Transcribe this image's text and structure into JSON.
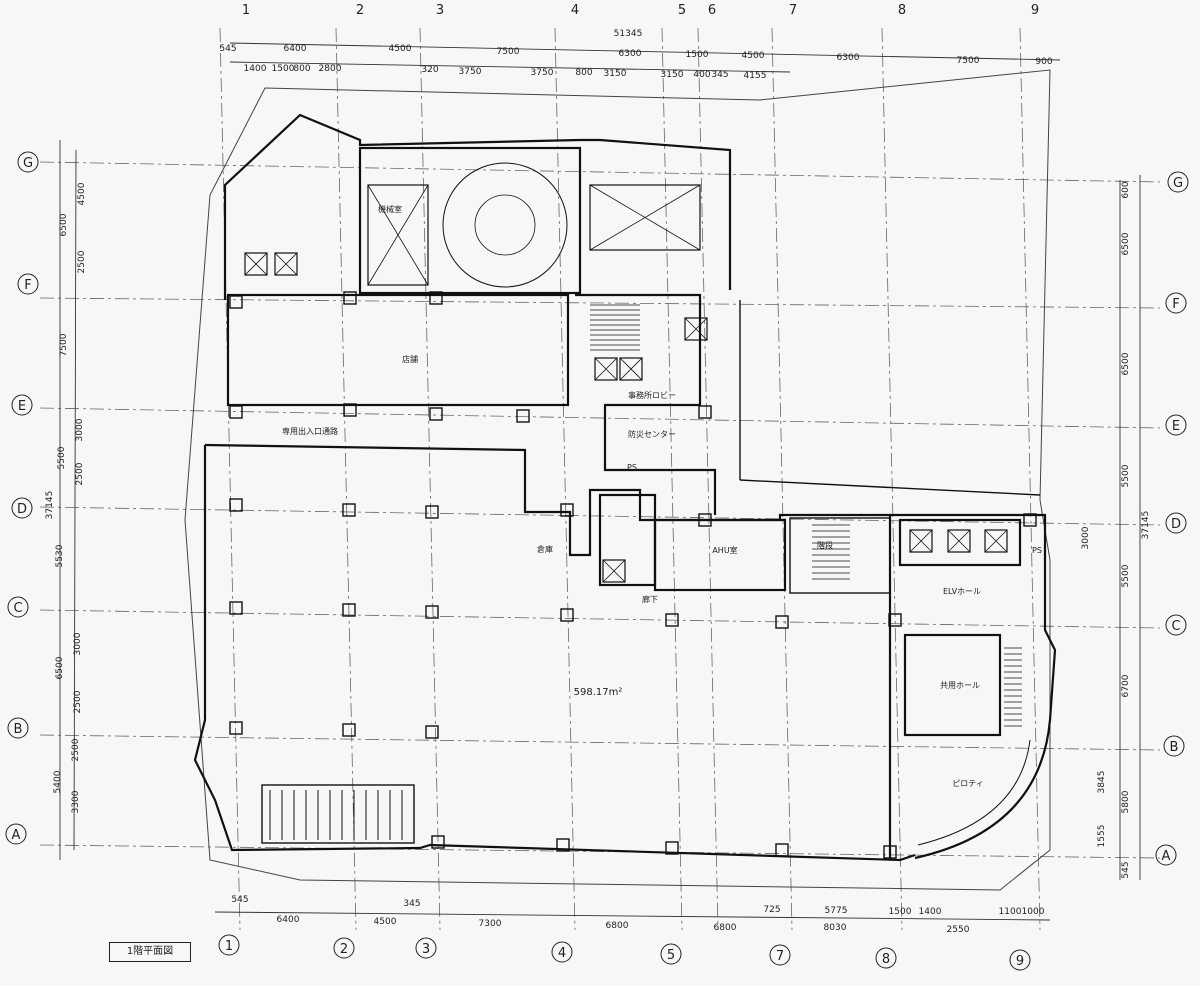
{
  "plan": {
    "caption": "1階平面図",
    "overall_width": "51345",
    "overall_depth": "37145",
    "floor_area": "598.17m²",
    "columns": [
      {
        "id": "c1",
        "label": "1"
      },
      {
        "id": "c2",
        "label": "2"
      },
      {
        "id": "c3",
        "label": "3"
      },
      {
        "id": "c4",
        "label": "4"
      },
      {
        "id": "c5",
        "label": "5"
      },
      {
        "id": "c6",
        "label": "6"
      },
      {
        "id": "c7",
        "label": "7"
      },
      {
        "id": "c8",
        "label": "8"
      },
      {
        "id": "c9",
        "label": "9"
      }
    ],
    "rows": [
      {
        "id": "rA",
        "label": "A"
      },
      {
        "id": "rB",
        "label": "B"
      },
      {
        "id": "rC",
        "label": "C"
      },
      {
        "id": "rD",
        "label": "D"
      },
      {
        "id": "rE",
        "label": "E"
      },
      {
        "id": "rF",
        "label": "F"
      },
      {
        "id": "rG",
        "label": "G"
      }
    ],
    "top_dims": [
      "545",
      "6400",
      "4500",
      "7500",
      "6300",
      "1500",
      "4500",
      "6300",
      "7500",
      "900"
    ],
    "top_sub_dims": [
      "1400",
      "1500",
      "800",
      "2800",
      "320",
      "3750",
      "3750",
      "800",
      "3150",
      "3150",
      "400",
      "345",
      "4155"
    ],
    "bottom_dims": [
      "6400",
      "4500",
      "7300",
      "6800",
      "6800",
      "5775",
      "1500",
      "1400",
      "1100",
      "1000"
    ],
    "bottom_sub_dims": [
      "545",
      "345",
      "725",
      "8030",
      "2550"
    ],
    "left_dims": [
      "6500",
      "7500",
      "5500",
      "5530",
      "6500",
      "5400"
    ],
    "left_sub_dims": [
      "4500",
      "2500",
      "3000",
      "2500",
      "3000",
      "2500",
      "2500",
      "3300"
    ],
    "right_dims": [
      "600",
      "6500",
      "6500",
      "5500",
      "5500",
      "6700",
      "5800",
      "545"
    ],
    "right_sub_dims": [
      "3000",
      "3845",
      "1555"
    ],
    "rooms": [
      {
        "id": "ahu",
        "label": "AHU室"
      },
      {
        "id": "elv",
        "label": "ELVホール"
      },
      {
        "id": "ps1",
        "label": "PS"
      },
      {
        "id": "ps2",
        "label": "PS"
      },
      {
        "id": "disaster",
        "label": "防災センター"
      },
      {
        "id": "passage",
        "label": "廊下"
      },
      {
        "id": "lobby",
        "label": "事務所ロビー"
      },
      {
        "id": "piloti",
        "label": "ピロティ"
      },
      {
        "id": "hall",
        "label": "共用ホール"
      },
      {
        "id": "entrance",
        "label": "専用出入口通路"
      },
      {
        "id": "shop",
        "label": "店舗"
      },
      {
        "id": "stair",
        "label": "階段"
      },
      {
        "id": "mech",
        "label": "機械室"
      },
      {
        "id": "storage",
        "label": "倉庫"
      }
    ]
  }
}
